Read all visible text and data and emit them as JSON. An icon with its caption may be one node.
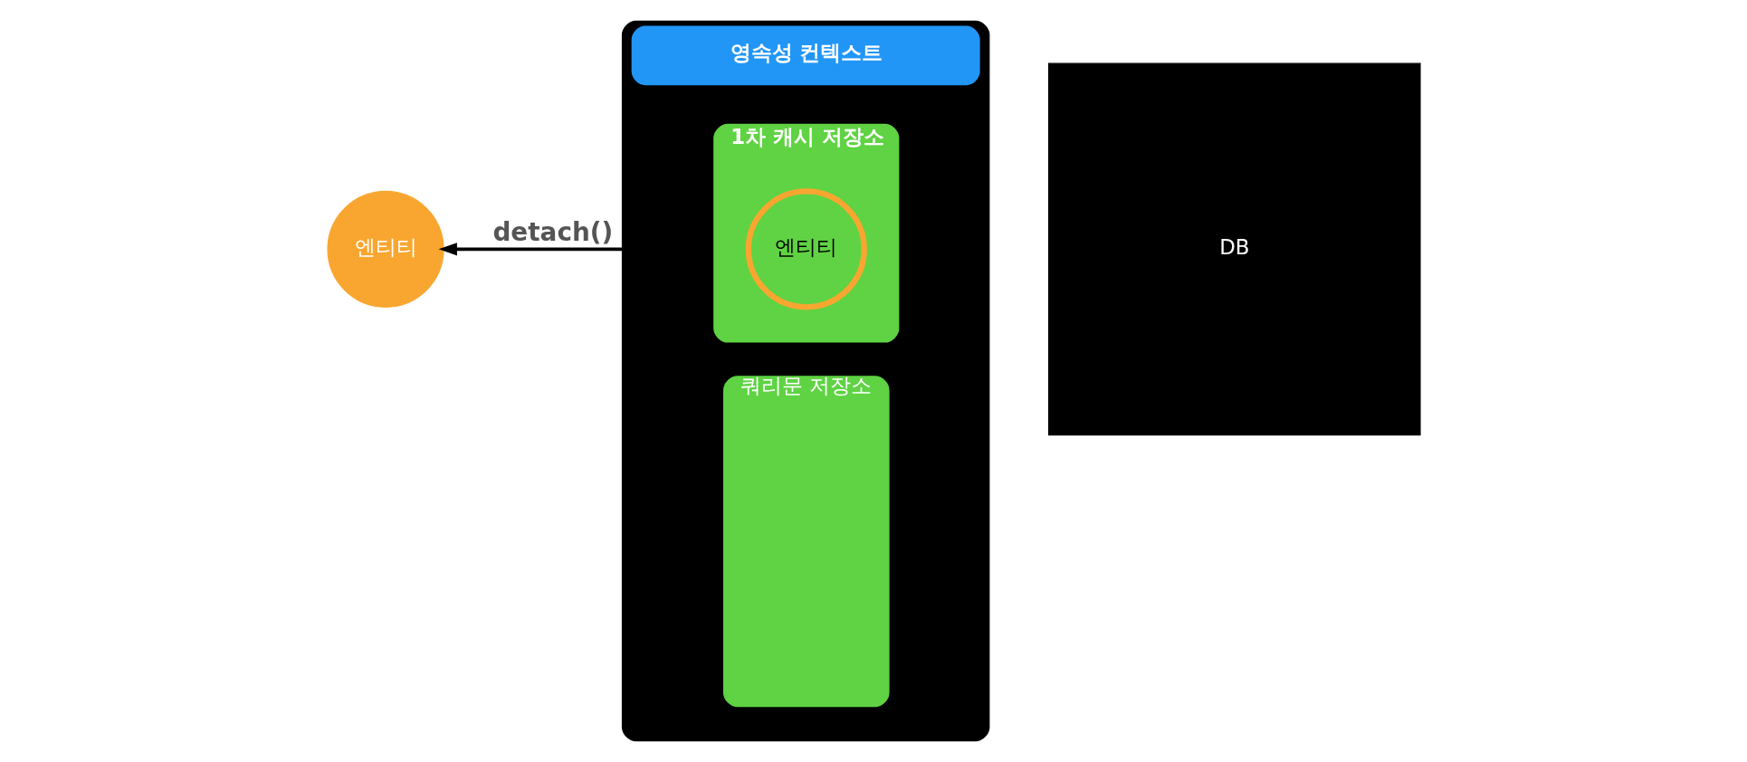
{
  "diagram": {
    "nodes": [
      {
        "text": [
          "영속성 컨텍스트"
        ]
      },
      {
        "text": [
          "1차 캐시 저장소"
        ],
        "in": 0
      },
      {
        "text": [
          "엔티티"
        ],
        "in": 1
      },
      {
        "text": [
          "쿼리문 저장소"
        ],
        "in": 0
      },
      {
        "text": [
          "DB"
        ]
      },
      {
        "text": [
          "엔티티"
        ]
      }
    ],
    "edges": [
      {
        "from": 0,
        "to": 5,
        "arrow": "to",
        "label": "detach()"
      }
    ]
  }
}
